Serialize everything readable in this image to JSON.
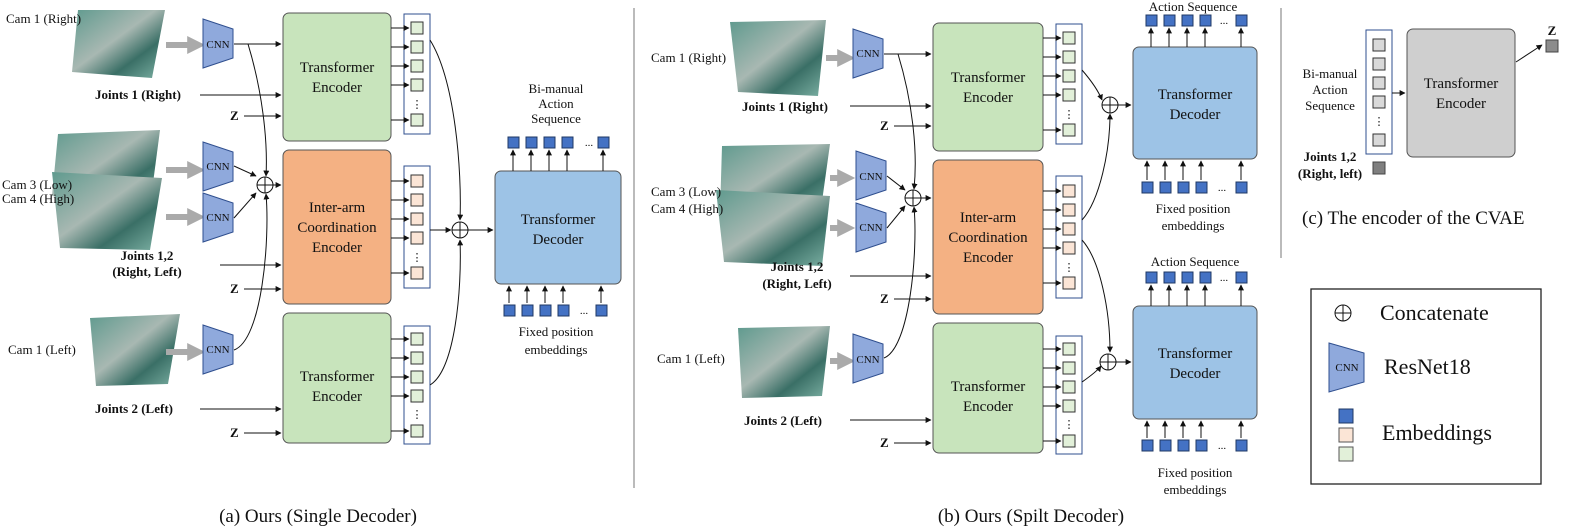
{
  "colors": {
    "green": "#c8e4bc",
    "orange": "#f4b183",
    "blue": "#9dc3e6",
    "gray": "#cfcfcf",
    "cnn": "#8fa9dc",
    "emb_blue": "#4472c4",
    "emb_peach": "#fbe5d6",
    "emb_green": "#e2f0d9"
  },
  "labels": {
    "cnn": "CNN",
    "z": "Z",
    "ellipsis": "...",
    "vdots": "⋮",
    "transformer": "Transformer",
    "encoder": "Encoder",
    "decoder": "Decoder",
    "inter_arm": "Inter-arm",
    "coordination": "Coordination",
    "fixed_1": "Fixed position",
    "fixed_2": "embeddings"
  },
  "panel_a": {
    "cam1_right": "Cam 1 (Right)",
    "cam3_low": "Cam 3 (Low)",
    "cam4_high": "Cam 4 (High)",
    "cam1_left": "Cam 1 (Left)",
    "joints1_right": "Joints 1 (Right)",
    "joints12": "Joints 1,2",
    "right_left": "(Right, Left)",
    "joints2_left": "Joints 2 (Left)",
    "action_1": "Bi-manual",
    "action_2": "Action",
    "action_3": "Sequence",
    "caption": "(a) Ours (Single Decoder)"
  },
  "panel_b": {
    "cam1_right": "Cam 1 (Right)",
    "cam3_low": "Cam 3 (Low)",
    "cam4_high": "Cam 4 (High)",
    "cam1_left": "Cam 1 (Left)",
    "joints1_right": "Joints 1 (Right)",
    "joints12": "Joints 1,2",
    "right_left": "(Right, Left)",
    "joints2_left": "Joints 2 (Left)",
    "action_seq_top": "Action Sequence",
    "action_seq_bottom": "Action Sequence",
    "caption": "(b) Ours (Spilt Decoder)"
  },
  "panel_c": {
    "action_1": "Bi-manual",
    "action_2": "Action",
    "action_3": "Sequence",
    "joints12": "Joints 1,2",
    "right_left": "(Right, left)",
    "caption": "(c) The encoder of the CVAE"
  },
  "legend": {
    "concat": "Concatenate",
    "resnet": "ResNet18",
    "embeddings": "Embeddings"
  }
}
